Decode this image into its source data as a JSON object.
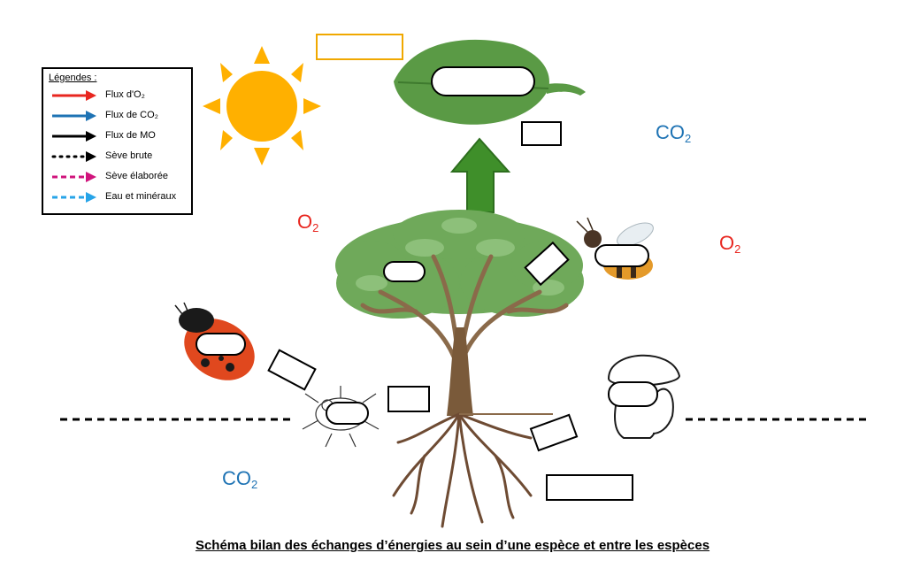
{
  "legend": {
    "title": "Légendes :",
    "items": [
      {
        "label": "Flux d'O₂",
        "color": "#e8261f",
        "style": "solid"
      },
      {
        "label": "Flux de CO₂",
        "color": "#1e73b4",
        "style": "solid"
      },
      {
        "label": "Flux de MO",
        "color": "#000000",
        "style": "solid"
      },
      {
        "label": "Sève brute",
        "color": "#000000",
        "style": "dotted"
      },
      {
        "label": "Sève élaborée",
        "color": "#d0147c",
        "style": "dashed"
      },
      {
        "label": "Eau et minéraux",
        "color": "#27a4e8",
        "style": "dashed"
      }
    ]
  },
  "labels": {
    "co2_top": {
      "base": "CO",
      "sub": "2"
    },
    "co2_bottom": {
      "base": "CO",
      "sub": "2"
    },
    "o2_left": {
      "base": "O",
      "sub": "2"
    },
    "o2_right": {
      "base": "O",
      "sub": "2"
    }
  },
  "caption": "Schéma bilan des échanges d’énergies au sein d’une espèce et entre les espèces",
  "colors": {
    "sun": "#ffb000",
    "leaf": "#5a9a45",
    "arrow": "#3f8f2a",
    "trunk": "#7a5a3a",
    "foliage": "#6fa95a",
    "ladybug": "#e0481e",
    "bee": "#e49a2a"
  },
  "icons": [
    "sun-icon",
    "leaf-icon",
    "up-arrow-icon",
    "tree-icon",
    "ladybug-icon",
    "bee-icon",
    "insect-icon",
    "mushroom-icon"
  ]
}
